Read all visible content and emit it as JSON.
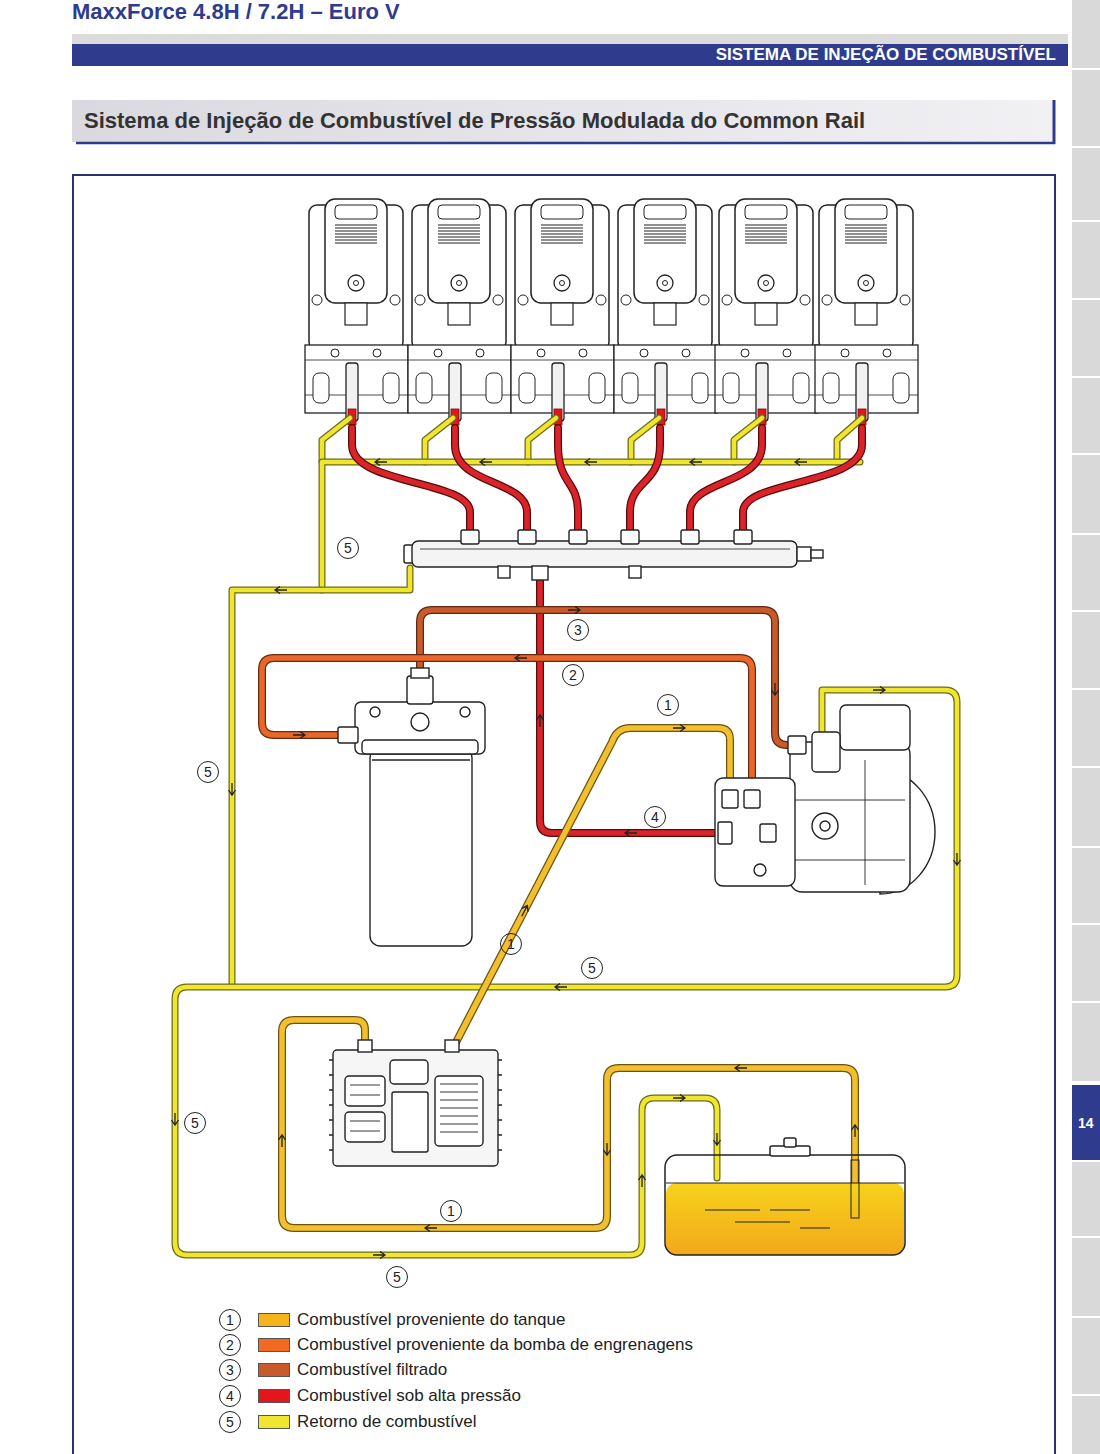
{
  "diagram": {
    "title": "Sistema de Injeção de Combustível de Pressão Modulada do Common Rail",
    "nodes": [
      {
        "text": [
          "SISTEMA DE INJEÇÃO DE COMBUSTÍVEL"
        ]
      },
      {
        "text": [
          "14"
        ]
      }
    ],
    "labels": [
      "MaxxForce 4.8H / 7.2H – Euro V",
      "5",
      "3",
      "2",
      "1",
      "5",
      "4",
      "1",
      "5",
      "5",
      "1",
      "5",
      "1",
      "2",
      "3",
      "4",
      "5"
    ],
    "legend": [
      {
        "text": "Combustível proveniente do tanque",
        "color": "#f4b41a"
      },
      {
        "text": "Combustível proveniente da bomba de engrenagens",
        "color": "#f26a21"
      },
      {
        "text": "Combustível filtrado",
        "color": "#c95a2c"
      },
      {
        "text": "Combustível sob alta pressão",
        "color": "#e3161b"
      },
      {
        "text": "Retorno de combustível",
        "color": "#f0e630"
      }
    ]
  }
}
